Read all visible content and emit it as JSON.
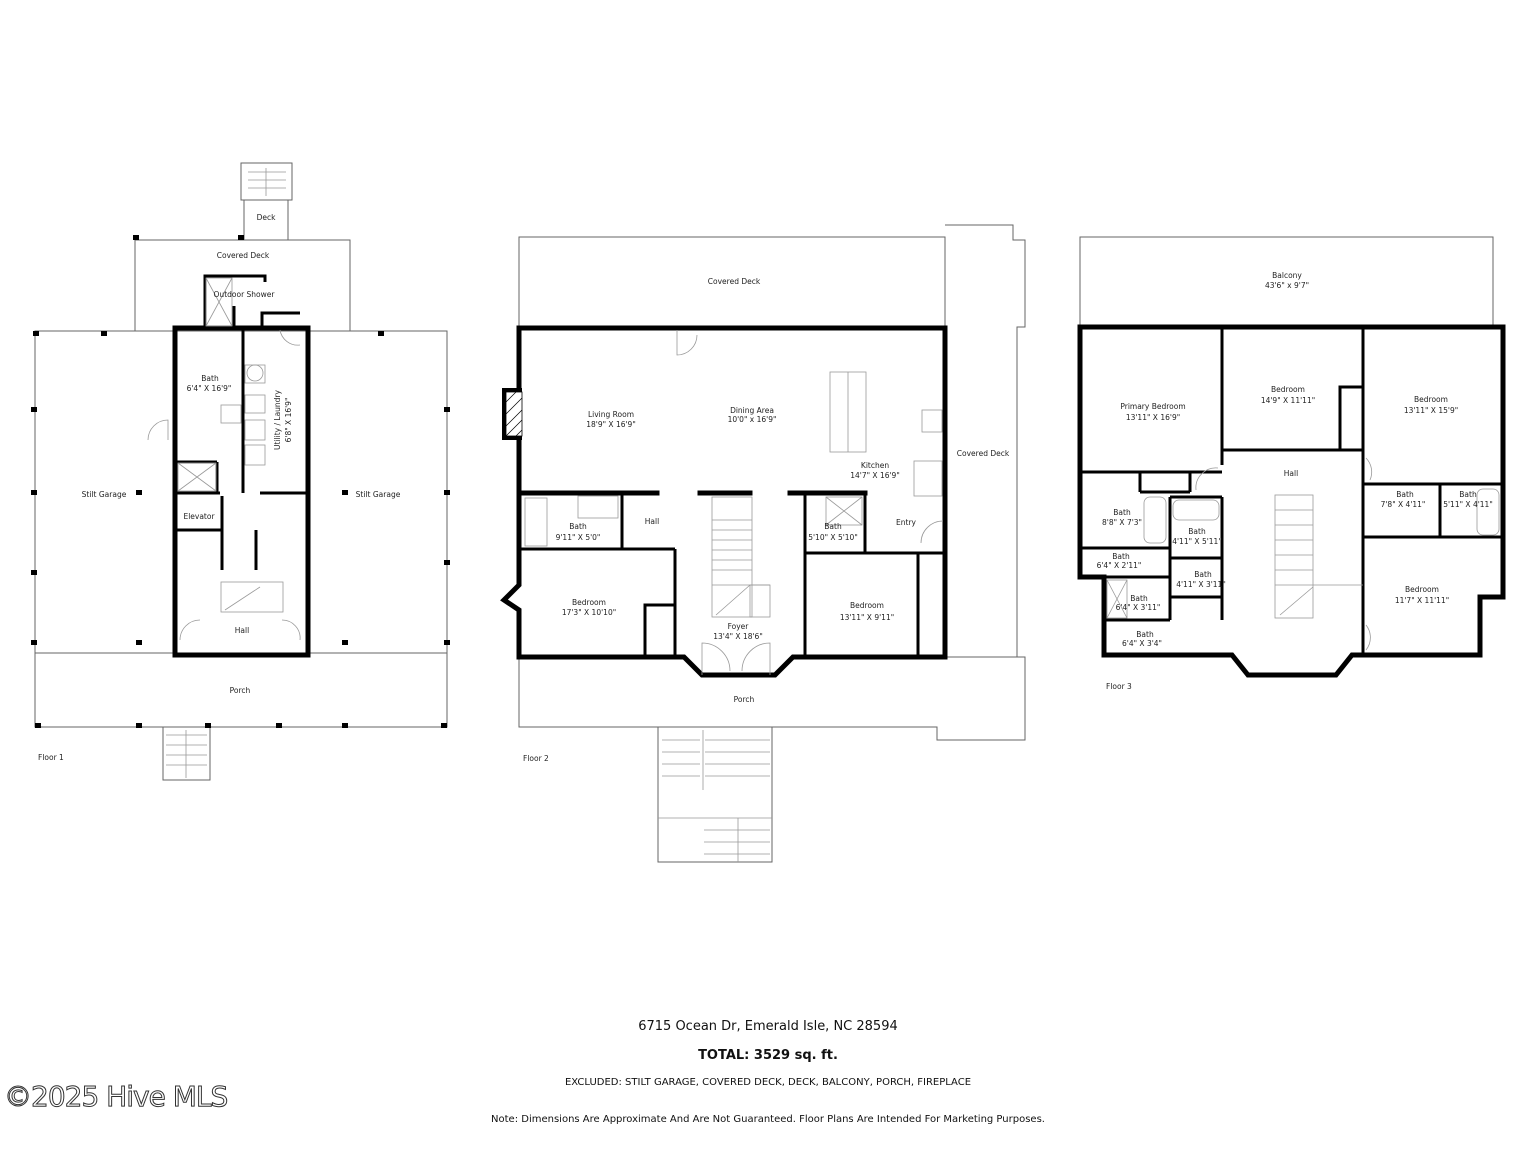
{
  "floors": {
    "floor1": {
      "label": "Floor 1",
      "rooms": {
        "deck": "Deck",
        "covered_deck": "Covered Deck",
        "outdoor_shower": "Outdoor Shower",
        "bath": "Bath",
        "bath_dim": "6'4\" X 16'9\"",
        "utility": "Utility / Laundry",
        "utility_dim": "6'8\" X 16'9\"",
        "stilt_garage_left": "Stilt Garage",
        "stilt_garage_right": "Stilt Garage",
        "elevator": "Elevator",
        "hall": "Hall",
        "porch": "Porch"
      }
    },
    "floor2": {
      "label": "Floor 2",
      "rooms": {
        "covered_deck_top": "Covered Deck",
        "covered_deck_right": "Covered Deck",
        "living": "Living Room",
        "living_dim": "18'9\" X 16'9\"",
        "dining": "Dining Area",
        "dining_dim": "10'0\" x 16'9\"",
        "kitchen": "Kitchen",
        "kitchen_dim": "14'7\" X 16'9\"",
        "bath_left": "Bath",
        "bath_left_dim": "9'11\" X 5'0\"",
        "hall": "Hall",
        "bath_right": "Bath",
        "bath_right_dim": "5'10\" X 5'10\"",
        "entry": "Entry",
        "bedroom_left": "Bedroom",
        "bedroom_left_dim": "17'3\" X 10'10\"",
        "foyer": "Foyer",
        "foyer_dim": "13'4\" X 18'6\"",
        "bedroom_right": "Bedroom",
        "bedroom_right_dim": "13'11\" X 9'11\"",
        "porch": "Porch"
      }
    },
    "floor3": {
      "label": "Floor 3",
      "rooms": {
        "balcony": "Balcony",
        "balcony_dim": "43'6\" x 9'7\"",
        "primary": "Primary Bedroom",
        "primary_dim": "13'11\" X 16'9\"",
        "bedroom_mid": "Bedroom",
        "bedroom_mid_dim": "14'9\" X 11'11\"",
        "bedroom_right": "Bedroom",
        "bedroom_right_dim": "13'11\" X 15'9\"",
        "hall": "Hall",
        "bath1": "Bath",
        "bath1_dim": "8'8\" X 7'3\"",
        "bath2": "Bath",
        "bath2_dim": "4'11\" X 5'11\"",
        "bath3": "Bath",
        "bath3_dim": "6'4\" X 2'11\"",
        "bath4": "Bath",
        "bath4_dim": "4'11\" X 3'11\"",
        "bath5": "Bath",
        "bath5_dim": "6'4\" X 3'11\"",
        "bath6": "Bath",
        "bath6_dim": "6'4\" X 3'4\"",
        "bath7": "Bath",
        "bath7_dim": "7'8\" X 4'11\"",
        "bath8": "Bath",
        "bath8_dim": "5'11\" X 4'11\"",
        "bedroom_lower": "Bedroom",
        "bedroom_lower_dim": "11'7\" X 11'11\""
      }
    }
  },
  "footer": {
    "address": "6715 Ocean Dr, Emerald Isle, NC 28594",
    "total": "TOTAL: 3529 sq. ft.",
    "excluded": "EXCLUDED: STILT GARAGE, COVERED DECK, DECK, BALCONY, PORCH, FIREPLACE",
    "note": "Note: Dimensions Are Approximate And Are Not Guaranteed. Floor Plans Are Intended For Marketing Purposes."
  },
  "watermark": "©2025 Hive MLS"
}
